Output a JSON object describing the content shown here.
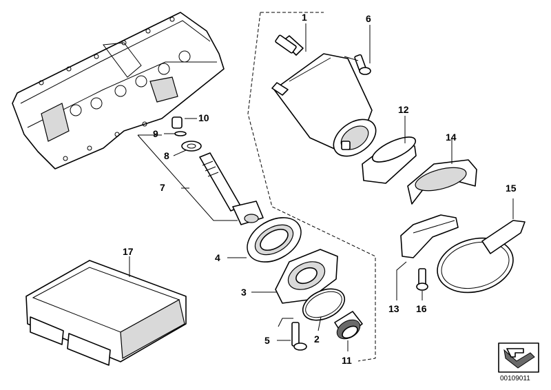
{
  "callouts": {
    "c1": "1",
    "c2": "2",
    "c3": "3",
    "c4": "4",
    "c5": "5",
    "c6": "6",
    "c7": "7",
    "c8": "8",
    "c9": "9",
    "c10": "10",
    "c11": "11",
    "c12": "12",
    "c13": "13",
    "c14": "14",
    "c15": "15",
    "c16": "16",
    "c17": "17"
  },
  "reference_number": "00109011",
  "icons": {
    "corner_badge": "arrow-badge-icon"
  }
}
